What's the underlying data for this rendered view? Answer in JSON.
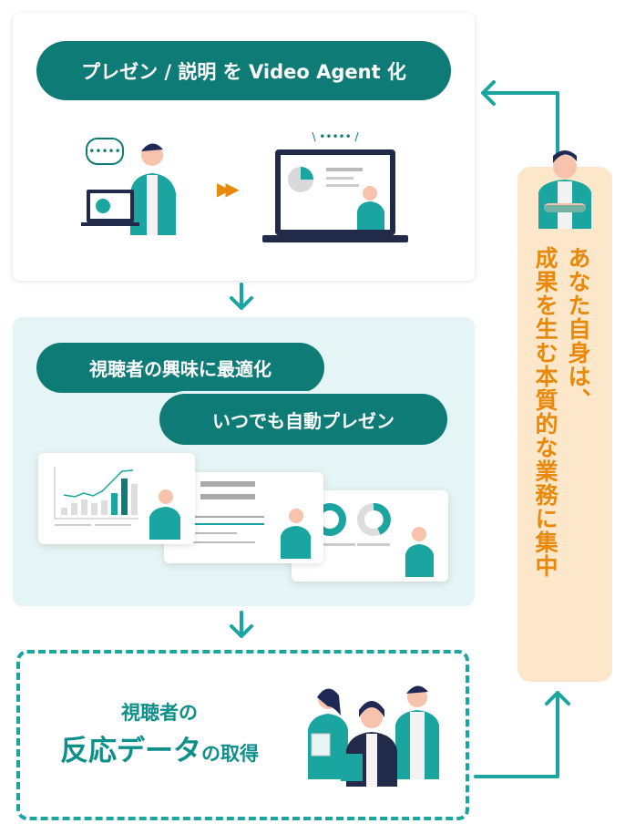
{
  "top": {
    "title": "プレゼン / 説明 を Video Agent 化"
  },
  "middle": {
    "pill1": "視聴者の興味に最適化",
    "pill2": "いつでも自動プレゼン"
  },
  "bottom": {
    "line1": "視聴者の",
    "line2_big": "反応データ",
    "line2_small": "の取得"
  },
  "side": {
    "line1": "あなた自身は、",
    "line2": "成果を生む本質的な業務に集中"
  },
  "colors": {
    "teal": "#0f7b76",
    "accent": "#1aa5a0",
    "orange": "#e8890c",
    "side_bg": "#fce7cb",
    "panel_bg": "#e5f4f4"
  }
}
